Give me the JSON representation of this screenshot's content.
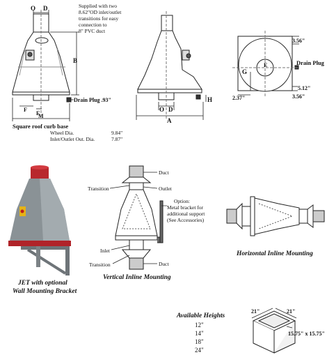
{
  "top_front": {
    "dim_o": "O",
    "dim_d": "D",
    "note_line1": "Supplied with two",
    "note_line2": "8.62\"OD inlet/outlet",
    "note_line3": "transitions for easy",
    "note_line4": "connection to",
    "note_line5": "8\" PVC duct",
    "dim_b": "B",
    "drain_plug": "Drain Plug .93\"",
    "dim_f": "F",
    "dim_e": "E",
    "dim_m": "M",
    "curb_title": "Square roof curb base",
    "wheel_label": "Wheel Dia.",
    "wheel_value": "9.84\"",
    "io_label": "Inlet/Outlet  Out. Dia.",
    "io_value": "7.87\""
  },
  "top_side": {
    "dim_o": "O",
    "dim_d": "D",
    "dim_h": "H",
    "dim_a": "A"
  },
  "top_plan": {
    "dim_356_top": "3.56\"",
    "dim_e": "E",
    "dim_g": "G",
    "drain_plug": "Drain Plug",
    "dim_512": "5.12\"",
    "dim_237": "2.37\"",
    "dim_356_bottom": "3.56\""
  },
  "photo": {
    "caption_line1": "JET with optional",
    "caption_line2": "Wall Mounting Bracket"
  },
  "vertical": {
    "duct_top": "Duct",
    "transition_top": "Transition",
    "outlet": "Outlet",
    "option_line1": "Option:",
    "option_line2": "Metal bracket for",
    "option_line3": "additional support",
    "option_line4": "(See Accessories)",
    "inlet": "Inlet",
    "transition_bottom": "Transition",
    "duct_bottom": "Duct",
    "caption": "Vertical Inline Mounting"
  },
  "horizontal": {
    "caption": "Horizontal Inline Mounting"
  },
  "curb": {
    "title": "Available Heights",
    "heights": [
      "12\"",
      "14\"",
      "18\"",
      "24\""
    ],
    "dim_21_left": "21\"",
    "dim_21_right": "21\"",
    "dim_1575": "15.75\" x 15.75\""
  }
}
